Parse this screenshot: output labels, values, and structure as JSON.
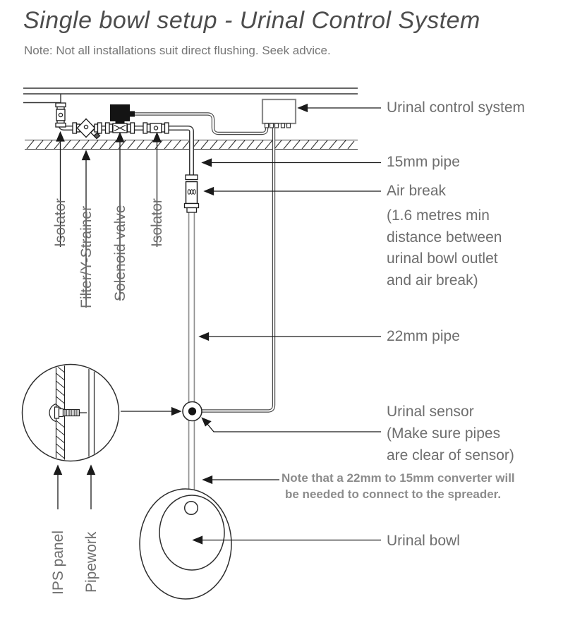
{
  "page": {
    "title": "Single bowl setup - Urinal Control System",
    "note": "Note: Not all installations suit direct flushing. Seek advice."
  },
  "component_labels": {
    "isolator_1": "Isolator",
    "filter_y_strainer": "Filter/Y-Strainer",
    "solenoid_valve": "Solenoid valve",
    "isolator_2": "Isolator",
    "ips_panel": "IPS panel",
    "pipework": "Pipework"
  },
  "callouts": {
    "urinal_control_system": "Urinal control system",
    "pipe_15mm": "15mm pipe",
    "air_break": "Air break",
    "air_break_note_lines": [
      "(1.6 metres min",
      "distance between",
      "urinal bowl outlet",
      "and air break)"
    ],
    "pipe_22mm": "22mm pipe",
    "urinal_sensor": "Urinal sensor",
    "sensor_note_lines": [
      "(Make sure pipes",
      "are clear of sensor)"
    ],
    "converter_note_lines": [
      "Note that a 22mm to 15mm converter will",
      "be needed to connect to the spreader."
    ],
    "urinal_bowl": "Urinal bowl"
  },
  "colors": {
    "line_art": "#2a2a2a",
    "pipe_gray": "#8f8f8f",
    "control_box_stroke": "#8a8a8a",
    "label_text": "#6e6e6e",
    "title_text": "#4d4d4d",
    "note_text": "#8c8c8c"
  }
}
